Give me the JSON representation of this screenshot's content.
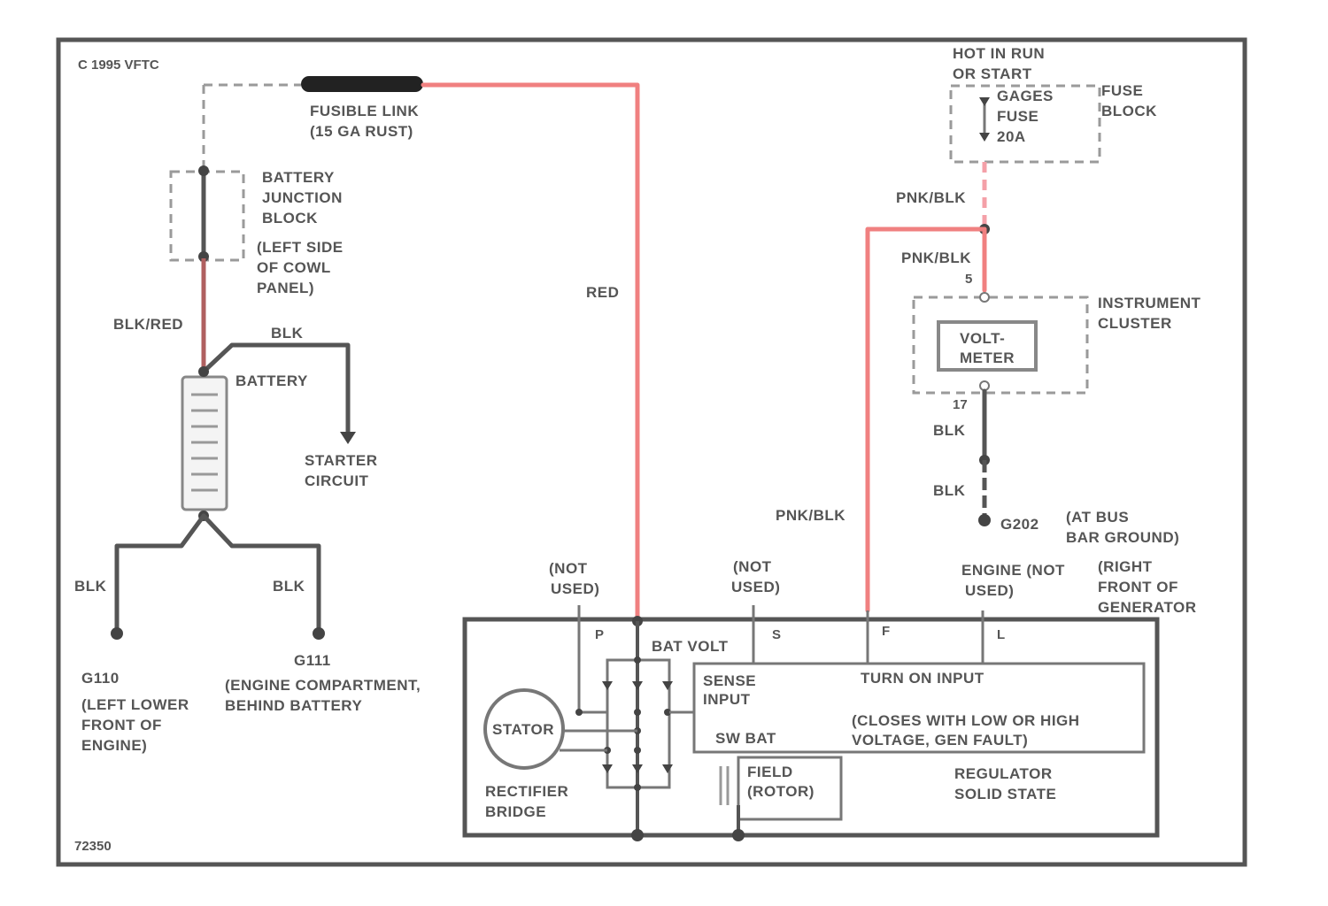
{
  "header": {
    "copyright": "C 1995 VFTC",
    "figure_id": "72350"
  },
  "fuse_block": {
    "hot_label_1": "HOT IN RUN",
    "hot_label_2": "OR START",
    "fuse_label_1": "GAGES",
    "fuse_label_2": "FUSE",
    "fuse_label_3": "20A",
    "block_label_1": "FUSE",
    "block_label_2": "BLOCK"
  },
  "fusible_link": {
    "label_1": "FUSIBLE LINK",
    "label_2": "(15 GA RUST)"
  },
  "junction_block": {
    "label_1": "BATTERY",
    "label_2": "JUNCTION",
    "label_3": "BLOCK",
    "loc_1": "(LEFT SIDE",
    "loc_2": "OF COWL",
    "loc_3": "PANEL)"
  },
  "battery": {
    "label": "BATTERY"
  },
  "starter": {
    "label_1": "STARTER",
    "label_2": "CIRCUIT"
  },
  "grounds": {
    "g110_id": "G110",
    "g110_loc_1": "(LEFT LOWER",
    "g110_loc_2": "FRONT OF",
    "g110_loc_3": "ENGINE)",
    "g111_id": "G111",
    "g111_loc_1": "(ENGINE COMPARTMENT,",
    "g111_loc_2": "BEHIND BATTERY",
    "g202_id": "G202",
    "g202_loc_1": "(AT BUS",
    "g202_loc_2": "BAR GROUND)"
  },
  "wires": {
    "red": "RED",
    "blk_red": "BLK/RED",
    "blk": "BLK",
    "pnk_blk": "PNK/BLK"
  },
  "cluster": {
    "label_1": "INSTRUMENT",
    "label_2": "CLUSTER",
    "meter_1": "VOLT-",
    "meter_2": "METER",
    "pin_top": "5",
    "pin_bottom": "17"
  },
  "generator": {
    "not_used_1": "(NOT",
    "not_used_2": "USED)",
    "engine_not_used_1": "ENGINE (NOT",
    "engine_not_used_2": "USED)",
    "loc_1": "(RIGHT",
    "loc_2": "FRONT OF",
    "loc_3": "GENERATOR",
    "term_p": "P",
    "term_s": "S",
    "term_f": "F",
    "term_l": "L",
    "bat_volt": "BAT VOLT",
    "sense_1": "SENSE",
    "sense_2": "INPUT",
    "turn_on": "TURN ON INPUT",
    "closes_1": "(CLOSES WITH LOW OR HIGH",
    "closes_2": "VOLTAGE, GEN FAULT)",
    "sw_bat": "SW BAT",
    "field_1": "FIELD",
    "field_2": "(ROTOR)",
    "reg_1": "REGULATOR",
    "reg_2": "SOLID STATE",
    "stator": "STATOR",
    "rect_1": "RECTIFIER",
    "rect_2": "BRIDGE"
  }
}
